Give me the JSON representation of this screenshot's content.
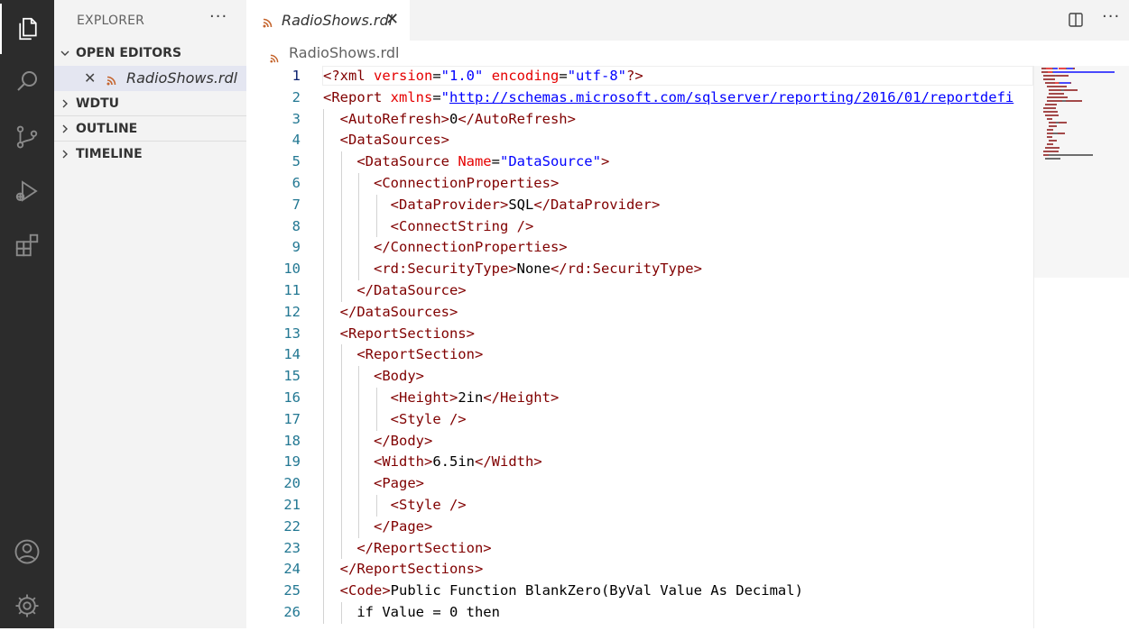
{
  "sidebar": {
    "title": "EXPLORER",
    "more": "···",
    "open_editors_label": "OPEN EDITORS",
    "open_file": "RadioShows.rdl",
    "close_glyph": "✕",
    "sections": [
      "WDTU",
      "OUTLINE",
      "TIMELINE"
    ]
  },
  "activity_bar": {
    "icons": [
      "explorer-icon",
      "search-icon",
      "source-control-icon",
      "run-debug-icon",
      "extensions-icon",
      "account-icon",
      "settings-gear-icon"
    ]
  },
  "tab": {
    "label": "RadioShows.rdl",
    "close_glyph": "✕"
  },
  "editor_actions": {
    "more": "···"
  },
  "breadcrumb": {
    "file": "RadioShows.rdl"
  },
  "editor": {
    "line_numbers": [
      "1",
      "2",
      "3",
      "4",
      "5",
      "6",
      "7",
      "8",
      "9",
      "10",
      "11",
      "12",
      "13",
      "14",
      "15",
      "16",
      "17",
      "18",
      "19",
      "20",
      "21",
      "22",
      "23",
      "24",
      "25",
      "26"
    ],
    "current_line": 1,
    "lines": [
      [
        {
          "c": "t",
          "s": "<?xml "
        },
        {
          "c": "a",
          "s": "version"
        },
        {
          "c": "x",
          "s": "="
        },
        {
          "c": "v",
          "s": "\"1.0\""
        },
        {
          "c": "x",
          "s": " "
        },
        {
          "c": "a",
          "s": "encoding"
        },
        {
          "c": "x",
          "s": "="
        },
        {
          "c": "v",
          "s": "\"utf-8\""
        },
        {
          "c": "t",
          "s": "?>"
        }
      ],
      [
        {
          "c": "t",
          "s": "<Report "
        },
        {
          "c": "a",
          "s": "xmlns"
        },
        {
          "c": "x",
          "s": "="
        },
        {
          "c": "v",
          "s": "\""
        },
        {
          "c": "u",
          "s": "http://schemas.microsoft.com/sqlserver/reporting/2016/01/reportdefi"
        }
      ],
      [
        {
          "c": "t",
          "s": "  <AutoRefresh>"
        },
        {
          "c": "x",
          "s": "0"
        },
        {
          "c": "t",
          "s": "</AutoRefresh>"
        }
      ],
      [
        {
          "c": "t",
          "s": "  <DataSources>"
        }
      ],
      [
        {
          "c": "t",
          "s": "    <DataSource "
        },
        {
          "c": "a",
          "s": "Name"
        },
        {
          "c": "x",
          "s": "="
        },
        {
          "c": "v",
          "s": "\"DataSource\""
        },
        {
          "c": "t",
          "s": ">"
        }
      ],
      [
        {
          "c": "t",
          "s": "      <ConnectionProperties>"
        }
      ],
      [
        {
          "c": "t",
          "s": "        <DataProvider>"
        },
        {
          "c": "x",
          "s": "SQL"
        },
        {
          "c": "t",
          "s": "</DataProvider>"
        }
      ],
      [
        {
          "c": "t",
          "s": "        <ConnectString />"
        }
      ],
      [
        {
          "c": "t",
          "s": "      </ConnectionProperties>"
        }
      ],
      [
        {
          "c": "t",
          "s": "      <rd:SecurityType>"
        },
        {
          "c": "x",
          "s": "None"
        },
        {
          "c": "t",
          "s": "</rd:SecurityType>"
        }
      ],
      [
        {
          "c": "t",
          "s": "    </DataSource>"
        }
      ],
      [
        {
          "c": "t",
          "s": "  </DataSources>"
        }
      ],
      [
        {
          "c": "t",
          "s": "  <ReportSections>"
        }
      ],
      [
        {
          "c": "t",
          "s": "    <ReportSection>"
        }
      ],
      [
        {
          "c": "t",
          "s": "      <Body>"
        }
      ],
      [
        {
          "c": "t",
          "s": "        <Height>"
        },
        {
          "c": "x",
          "s": "2in"
        },
        {
          "c": "t",
          "s": "</Height>"
        }
      ],
      [
        {
          "c": "t",
          "s": "        <Style />"
        }
      ],
      [
        {
          "c": "t",
          "s": "      </Body>"
        }
      ],
      [
        {
          "c": "t",
          "s": "      <Width>"
        },
        {
          "c": "x",
          "s": "6.5in"
        },
        {
          "c": "t",
          "s": "</Width>"
        }
      ],
      [
        {
          "c": "t",
          "s": "      <Page>"
        }
      ],
      [
        {
          "c": "t",
          "s": "        <Style />"
        }
      ],
      [
        {
          "c": "t",
          "s": "      </Page>"
        }
      ],
      [
        {
          "c": "t",
          "s": "    </ReportSection>"
        }
      ],
      [
        {
          "c": "t",
          "s": "  </ReportSections>"
        }
      ],
      [
        {
          "c": "t",
          "s": "  <Code>"
        },
        {
          "c": "x",
          "s": "Public Function BlankZero(ByVal Value As Decimal)"
        }
      ],
      [
        {
          "c": "x",
          "s": "    if Value = 0 then"
        }
      ]
    ]
  },
  "colors": {
    "activity_bar": "#2c2c2c",
    "sidebar": "#f3f3f3",
    "selected_item": "#e4e6f1",
    "tag": "#800000",
    "attribute": "#e50000",
    "string": "#0000ff",
    "line_number": "#237893",
    "rss_icon": "#c5652e"
  }
}
